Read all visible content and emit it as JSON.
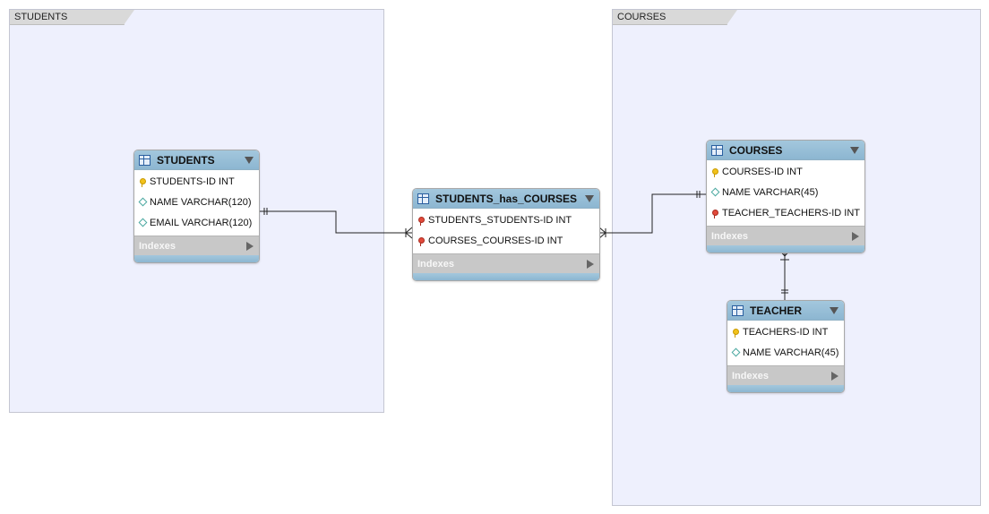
{
  "layers": [
    {
      "id": "students-layer",
      "label": "STUDENTS"
    },
    {
      "id": "courses-layer",
      "label": "COURSES"
    }
  ],
  "tables": {
    "students": {
      "title": "STUDENTS",
      "columns": [
        {
          "name": "STUDENTS-ID INT",
          "key": "pk"
        },
        {
          "name": "NAME VARCHAR(120)",
          "key": "none"
        },
        {
          "name": "EMAIL VARCHAR(120)",
          "key": "none"
        }
      ],
      "indexes_label": "Indexes"
    },
    "students_has_courses": {
      "title": "STUDENTS_has_COURSES",
      "columns": [
        {
          "name": "STUDENTS_STUDENTS-ID INT",
          "key": "fk"
        },
        {
          "name": "COURSES_COURSES-ID INT",
          "key": "fk"
        }
      ],
      "indexes_label": "Indexes"
    },
    "courses": {
      "title": "COURSES",
      "columns": [
        {
          "name": "COURSES-ID INT",
          "key": "pk"
        },
        {
          "name": "NAME VARCHAR(45)",
          "key": "none"
        },
        {
          "name": "TEACHER_TEACHERS-ID INT",
          "key": "fk"
        }
      ],
      "indexes_label": "Indexes"
    },
    "teacher": {
      "title": "TEACHER",
      "columns": [
        {
          "name": "TEACHERS-ID INT",
          "key": "pk"
        },
        {
          "name": "NAME VARCHAR(45)",
          "key": "none"
        }
      ],
      "indexes_label": "Indexes"
    }
  },
  "relationships": [
    {
      "from": "students",
      "to": "students_has_courses",
      "from_end": "one-and-only-one",
      "to_end": "one-or-many"
    },
    {
      "from": "courses",
      "to": "students_has_courses",
      "from_end": "one-and-only-one",
      "to_end": "one-or-many"
    },
    {
      "from": "teacher",
      "to": "courses",
      "from_end": "one-and-only-one",
      "to_end": "one-or-many"
    }
  ],
  "colors": {
    "layer_bg": "#eef0fd",
    "header_blue": "#8cb6d1",
    "pk_key": "#f2c21b",
    "fk_key": "#e24a3b",
    "indexes_bar": "#c8c8c8"
  }
}
